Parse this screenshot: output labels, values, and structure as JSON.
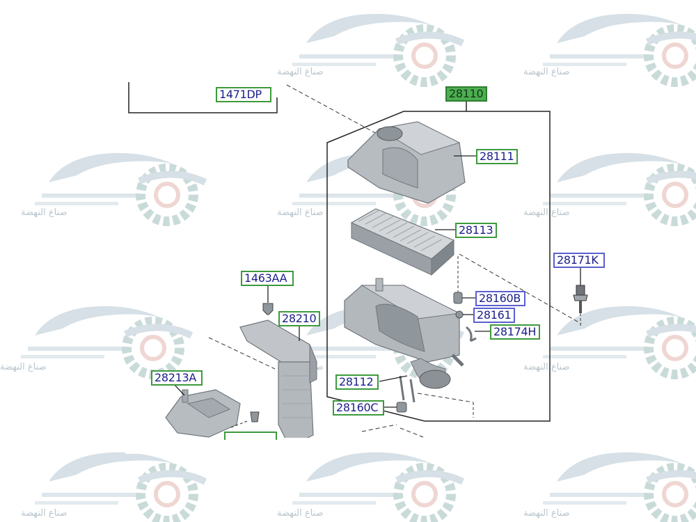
{
  "watermark": {
    "text": "صناع النهضة"
  },
  "callouts": {
    "c28110": "28110",
    "c28111": "28111",
    "c28113": "28113",
    "c28171K": "28171K",
    "c28160B": "28160B",
    "c28161": "28161",
    "c28174H": "28174H",
    "c28112": "28112",
    "c28160C": "28160C",
    "c1471DP": "1471DP",
    "c1463AA": "1463AA",
    "c28210": "28210",
    "c28213A": "28213A"
  },
  "colors": {
    "callout_green_border": "#3c9a3c",
    "callout_blue_border": "#5a5fd0",
    "callout_text": "#1a1f8a",
    "highlight_fill": "#4caf50",
    "part_gray": "#9aa0a6",
    "watermark": "#d3dde3"
  }
}
